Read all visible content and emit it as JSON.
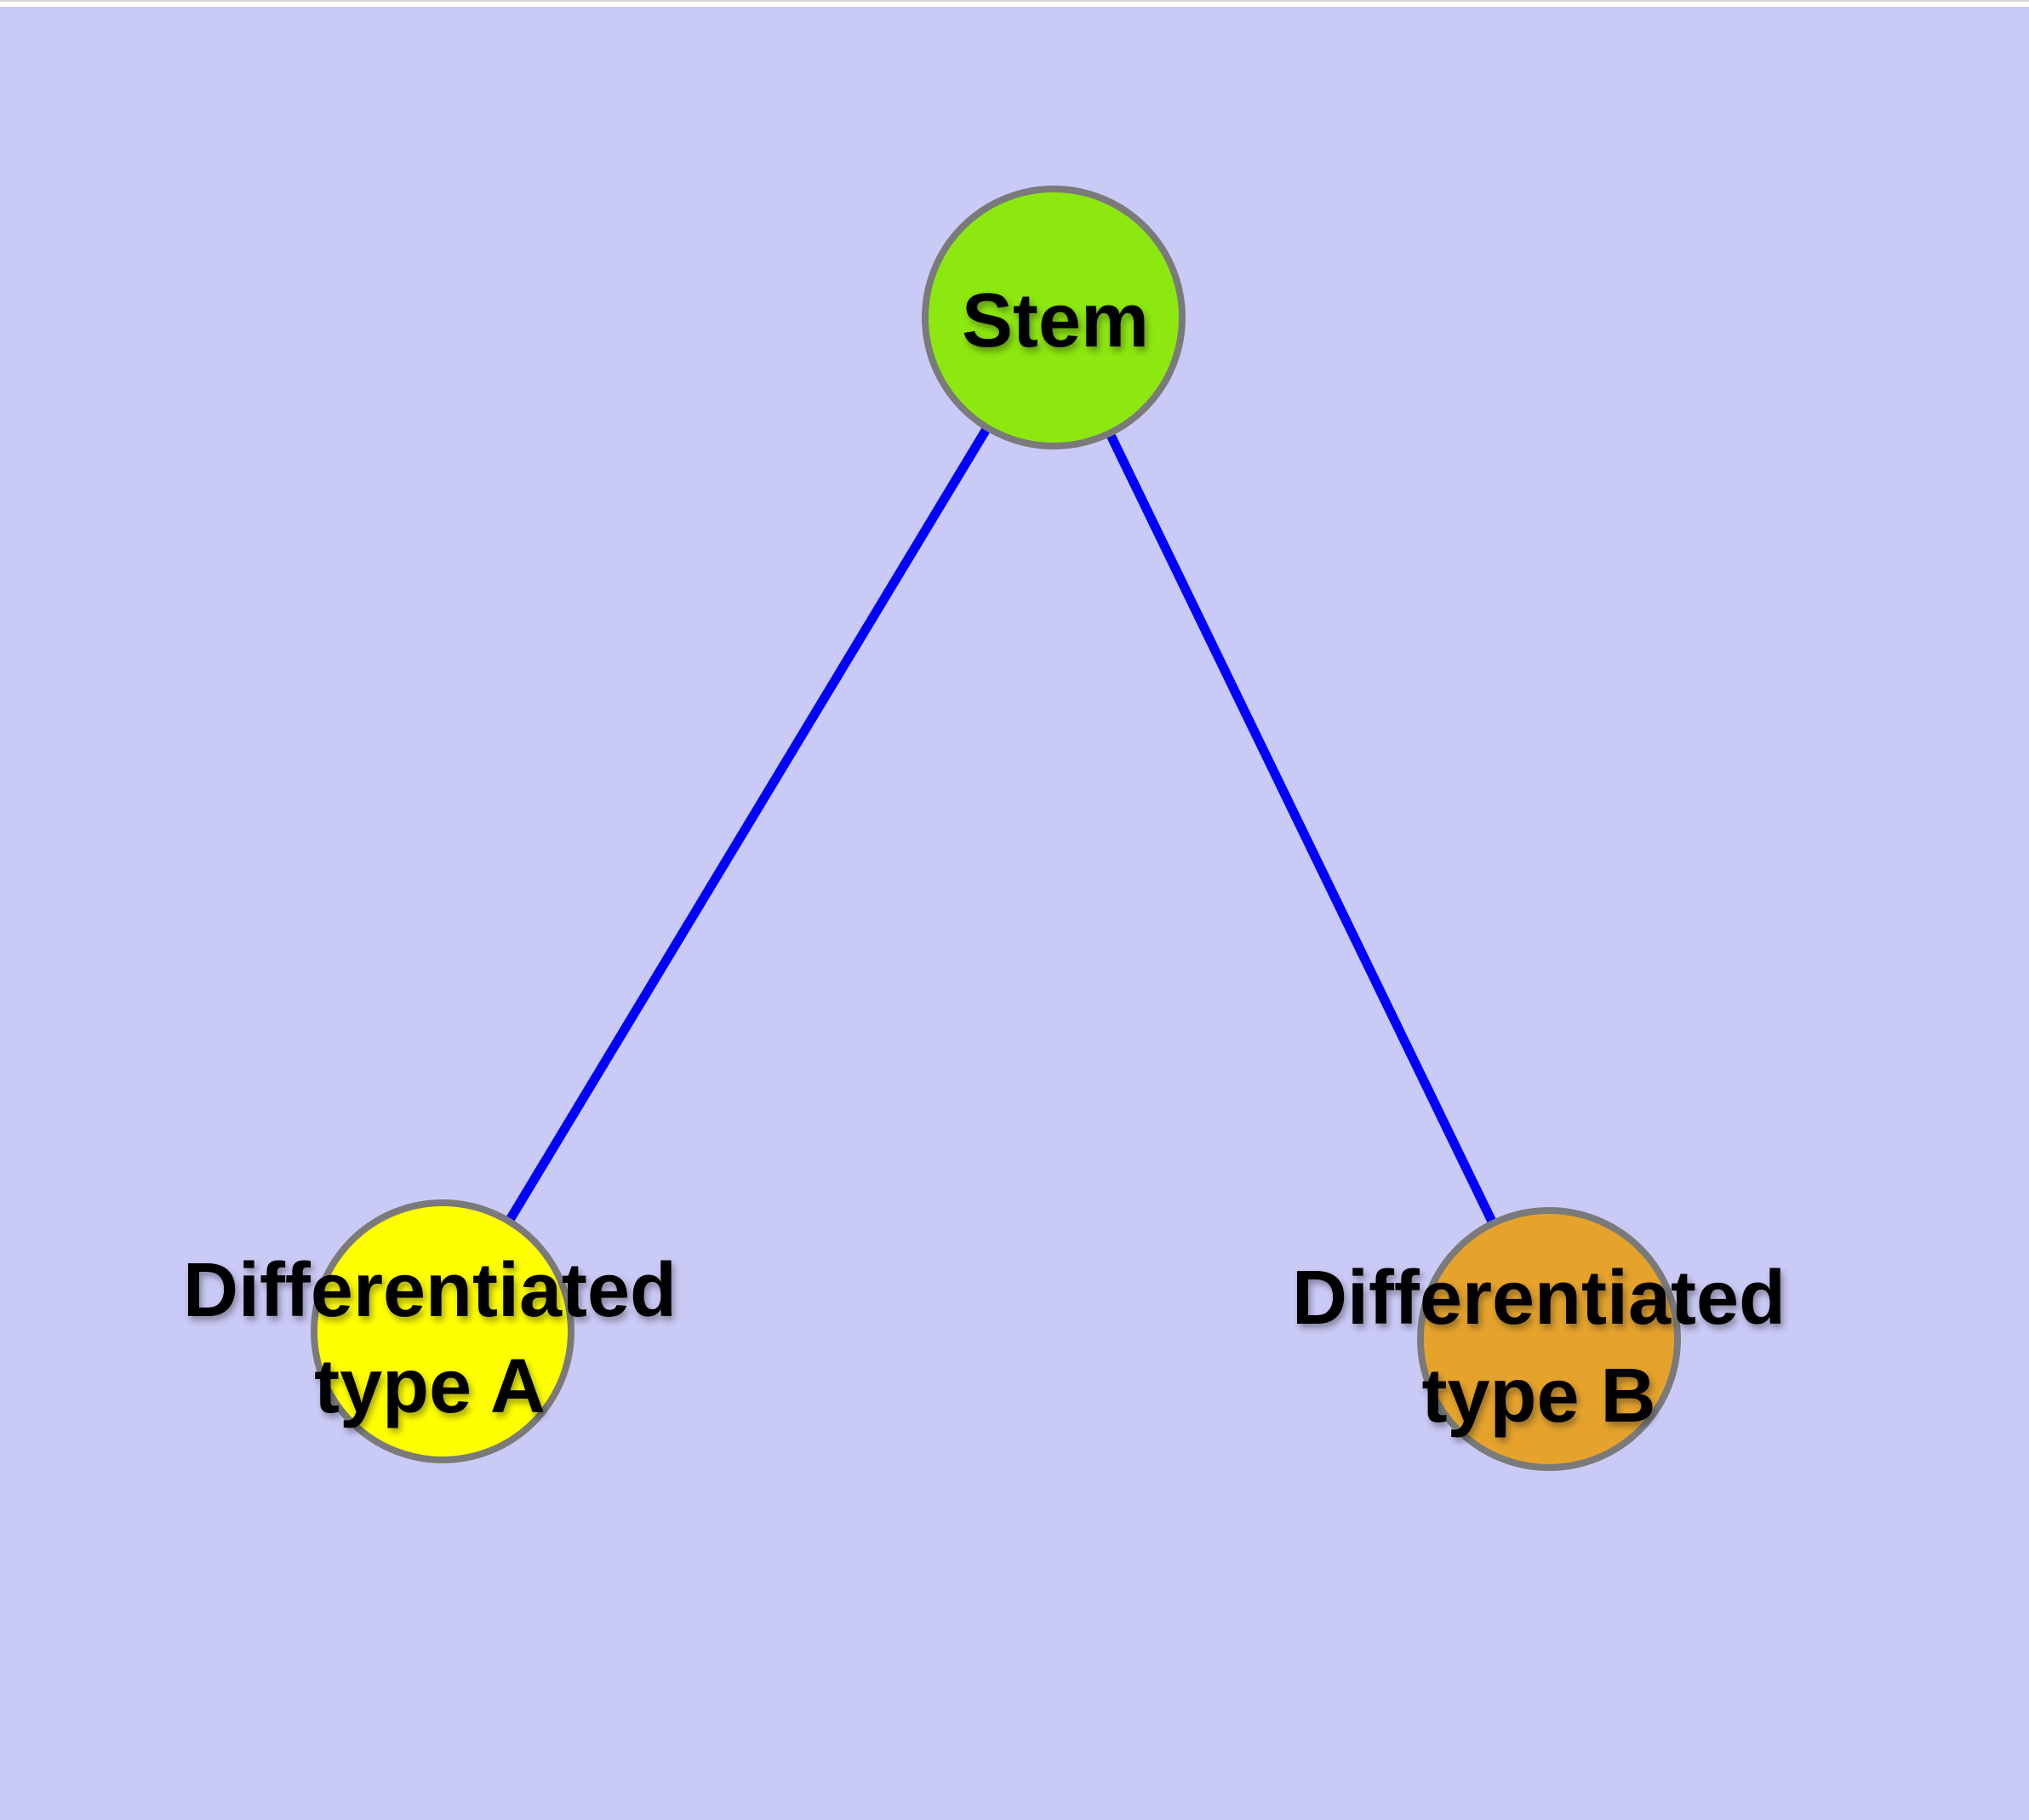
{
  "diagram": {
    "type": "node-link-graph",
    "description": "Stem cell differentiation graph: a stem node connected to two differentiated cell type nodes",
    "colors": {
      "background": "#CACAF7",
      "top_strip": "#FFFFFF",
      "top_hairline": "#D8D8D8",
      "edge": "#0000FB",
      "node_border": "#7A7A7A",
      "label": "#000000"
    },
    "nodes": [
      {
        "id": "stem",
        "label": "Stem",
        "label_line1": "Stem",
        "label_line2": "",
        "fill": "#8CE80F"
      },
      {
        "id": "type-a",
        "label": "Differentiated type A",
        "label_line1": "Differentiated",
        "label_line2": "type A",
        "fill": "#FFFF00"
      },
      {
        "id": "type-b",
        "label": "Differentiated type B",
        "label_line1": "Differentiated",
        "label_line2": "type B",
        "fill": "#E6A32C"
      }
    ],
    "edges": [
      {
        "from": "stem",
        "to": "type-a"
      },
      {
        "from": "stem",
        "to": "type-b"
      }
    ]
  }
}
